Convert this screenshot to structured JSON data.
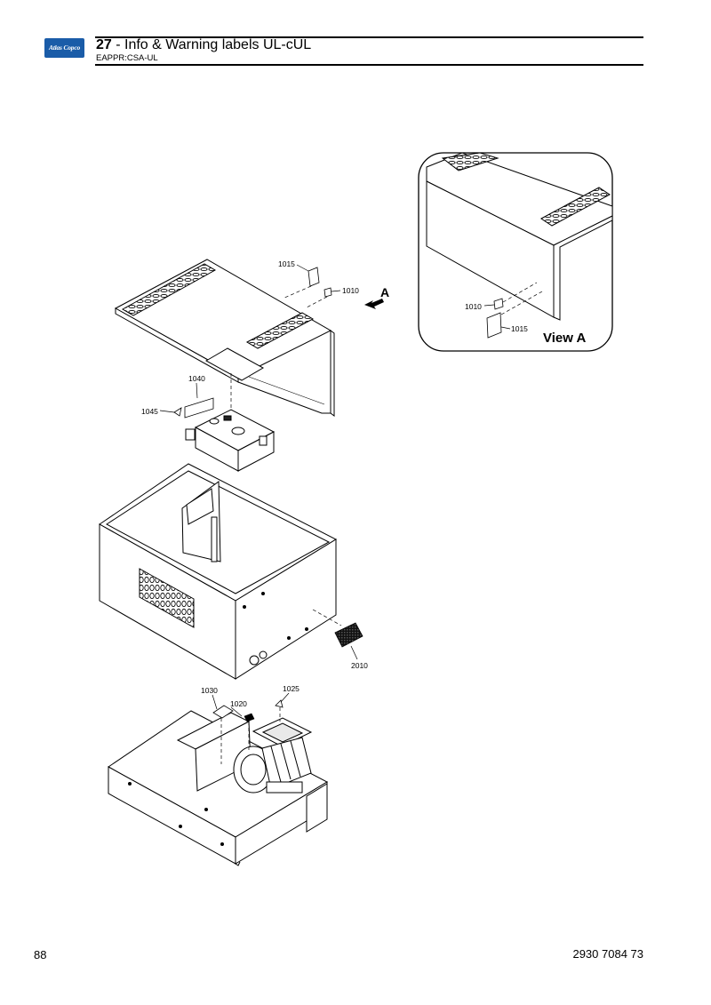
{
  "header": {
    "logo_text": "Atlas Copco",
    "section_number": "27",
    "title": " - Info & Warning labels UL-cUL",
    "subtitle": "EAPPR:CSA-UL"
  },
  "callouts": {
    "c1015_main": "1015",
    "c1010_main": "1010",
    "arrow_label": "A",
    "c1040": "1040",
    "c1045": "1045",
    "c2010": "2010",
    "c1030": "1030",
    "c1020": "1020",
    "c1025": "1025",
    "c1010_view": "1010",
    "c1015_view": "1015",
    "view_label": "View A"
  },
  "footer": {
    "page_number": "88",
    "document_number": "2930 7084 73"
  }
}
